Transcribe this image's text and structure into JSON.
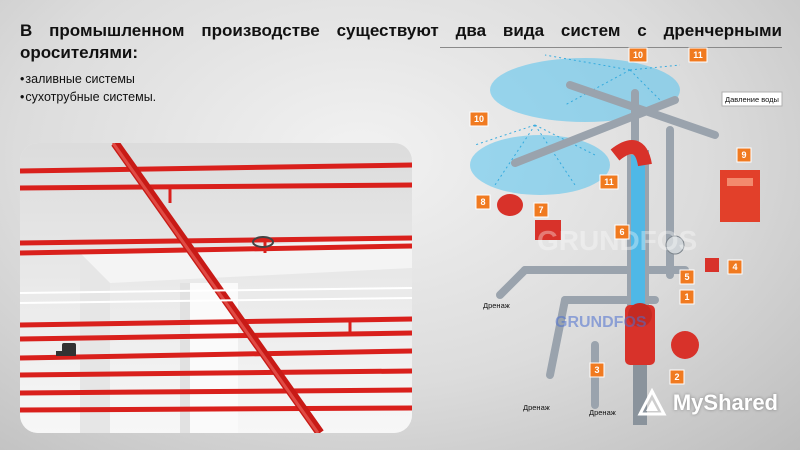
{
  "slide": {
    "title": "В промышленном производстве существуют два вида систем с дренчерными оросителями:",
    "bullets": [
      "заливные системы",
      "сухотрубные системы."
    ]
  },
  "diagram": {
    "callouts": {
      "n1": "1",
      "n2": "2",
      "n3": "3",
      "n4": "4",
      "n5": "5",
      "n6": "6",
      "n7": "7",
      "n8": "8",
      "n9": "9",
      "n10a": "10",
      "n10b": "10",
      "n11a": "11",
      "n11b": "11"
    },
    "pressure_label": "Давление воды",
    "drain_label_1": "Дренаж",
    "drain_label_2": "Дренаж",
    "drain_label_3": "Дренаж",
    "watermark": "GRUNDFOS",
    "colors": {
      "callout": "#f07a20",
      "pipe": "#9aa3ad",
      "valve": "#d8322a",
      "water": "#4fb8e6",
      "photo_pipe": "#d9201c"
    }
  },
  "brand": {
    "name": "MyShared"
  }
}
